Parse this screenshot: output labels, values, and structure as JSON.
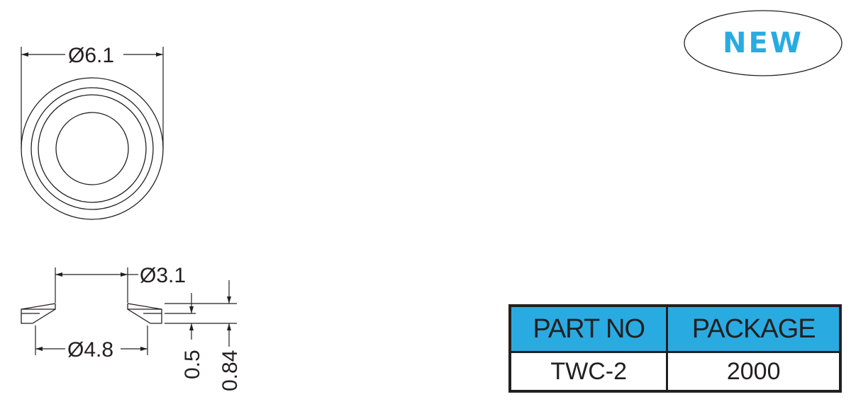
{
  "drawing": {
    "dimensions": {
      "top_view_diameter": "Ø6.1",
      "bore_diameter": "Ø3.1",
      "flange_diameter": "Ø4.8",
      "flange_thickness": "0.5",
      "overall_thickness": "0.84"
    },
    "line_color": "#231f20"
  },
  "badge": {
    "label": "NEW",
    "text_color": "#29abe2"
  },
  "table": {
    "header_color": "#29abe2",
    "headers": [
      "PART NO",
      "PACKAGE"
    ],
    "rows": [
      [
        "TWC-2",
        "2000"
      ]
    ]
  }
}
